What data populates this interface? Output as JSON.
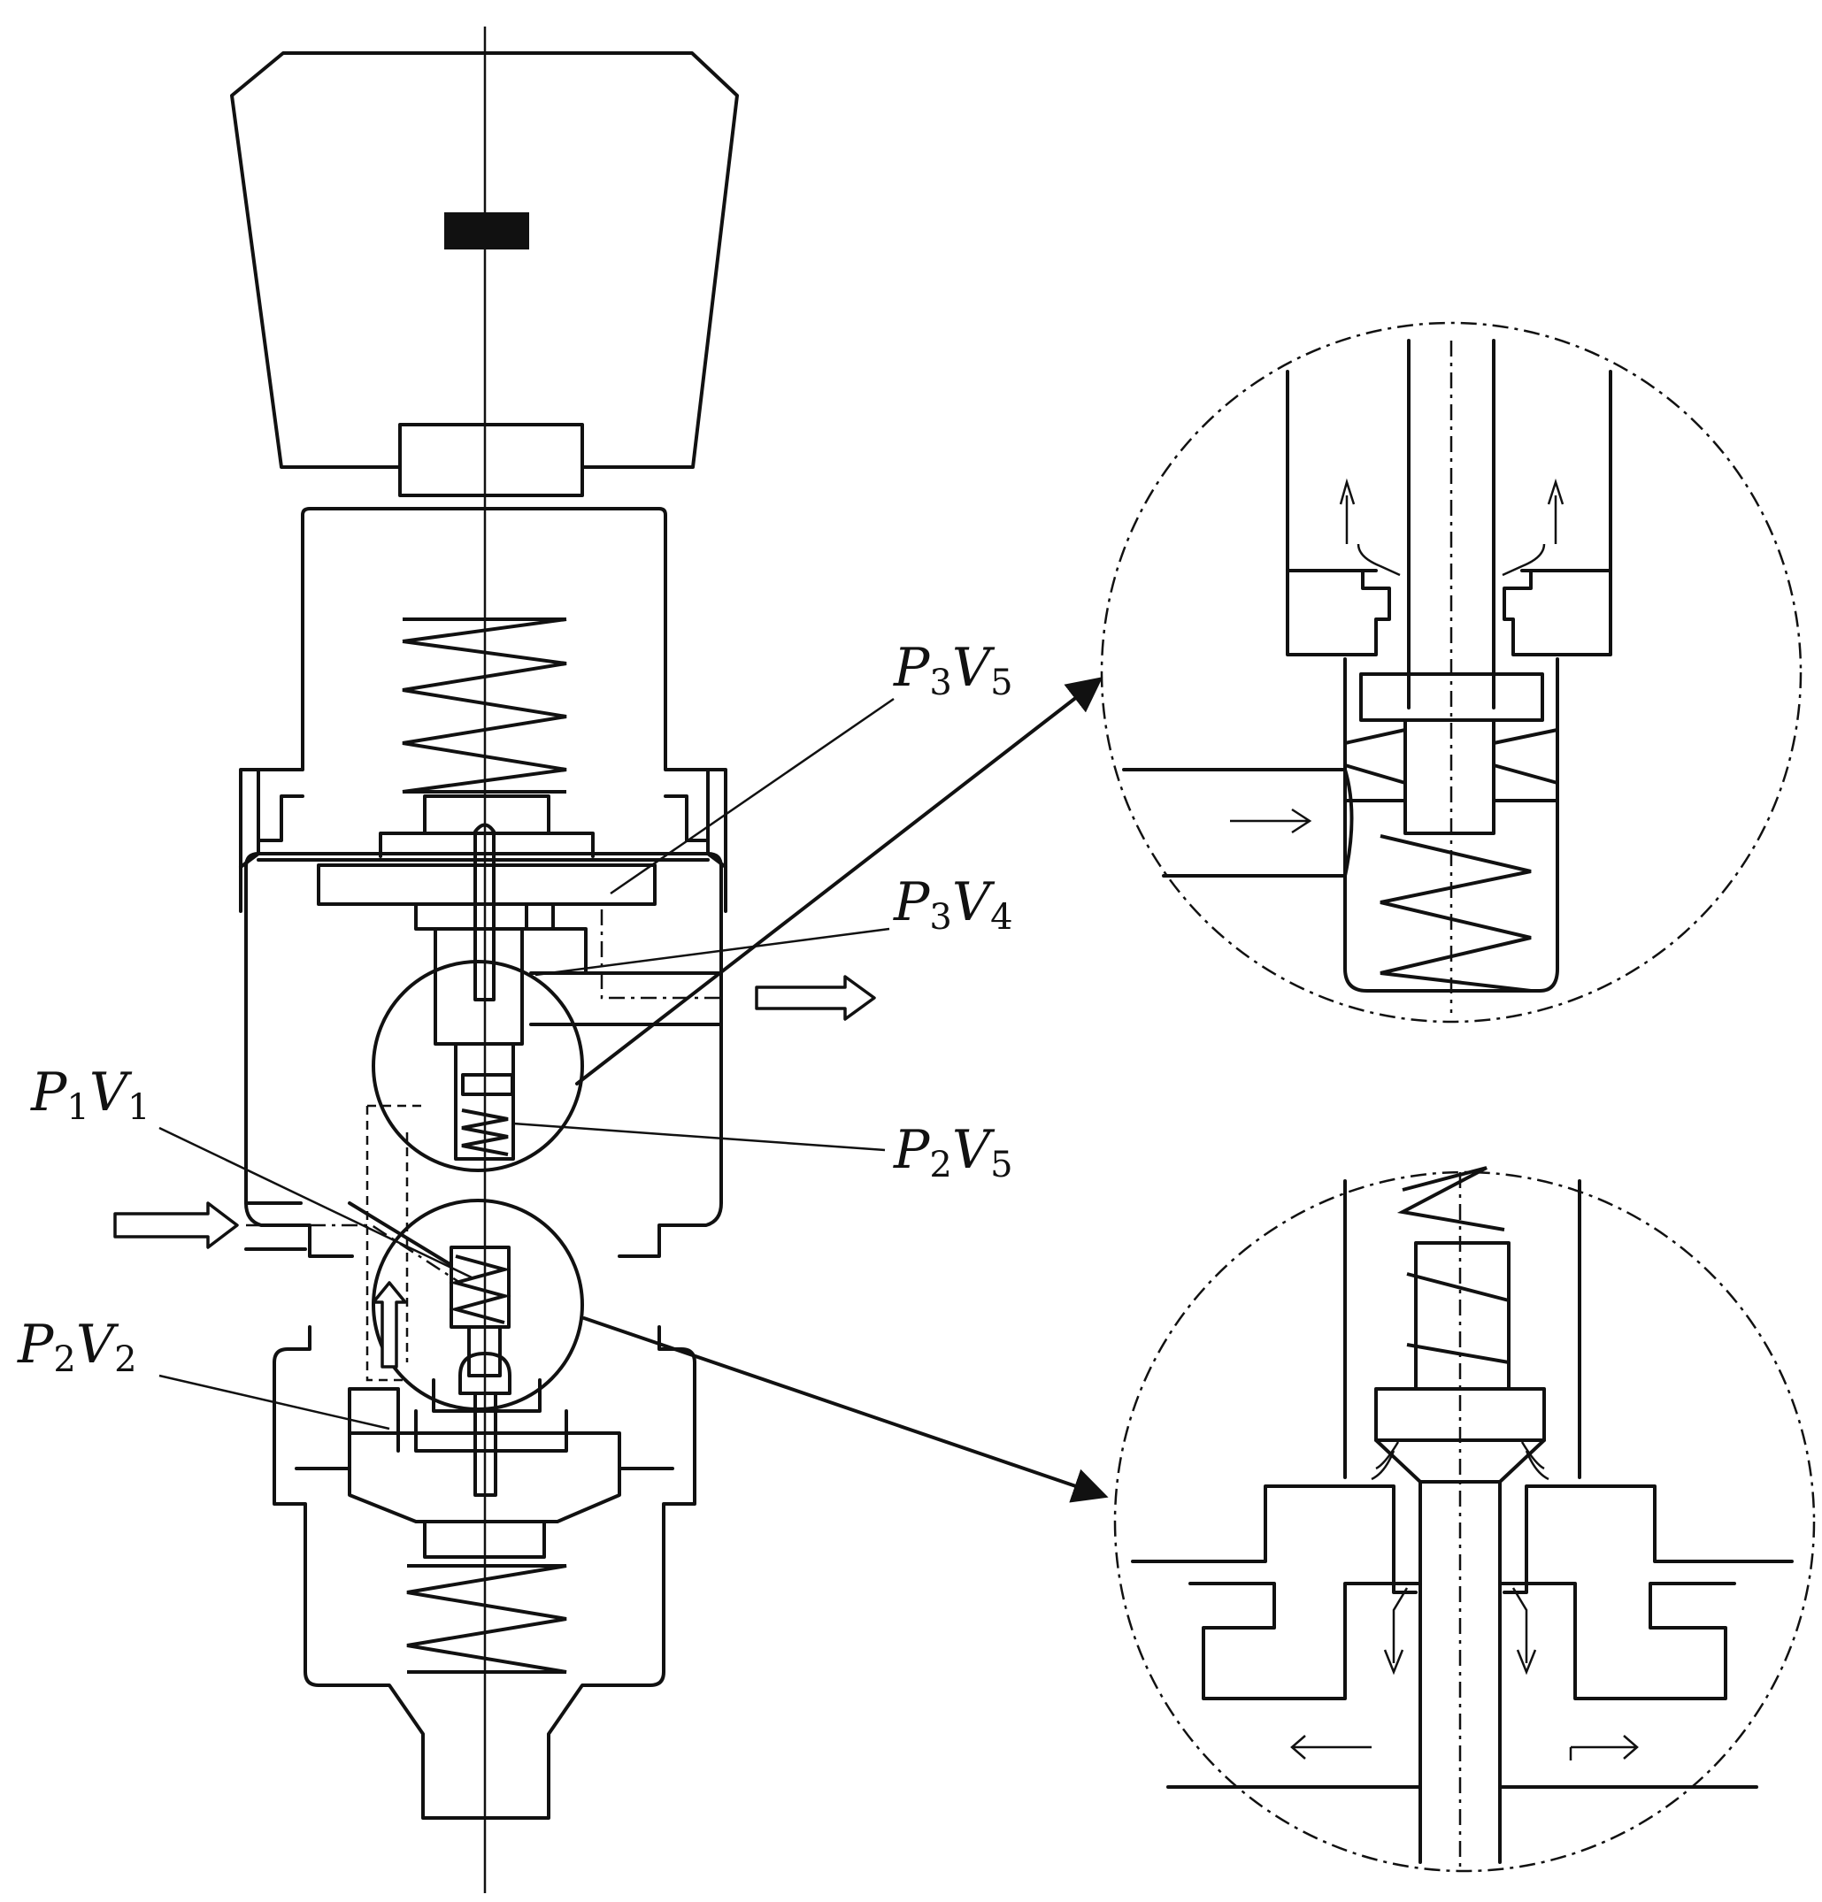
{
  "labels": {
    "p3v5": {
      "sym1": "P",
      "sub1": "3",
      "sym2": "V",
      "sub2": "5"
    },
    "p3v4": {
      "sym1": "P",
      "sub1": "3",
      "sym2": "V",
      "sub2": "4"
    },
    "p1v1": {
      "sym1": "P",
      "sub1": "1",
      "sym2": "V",
      "sub2": "1"
    },
    "p2v5": {
      "sym1": "P",
      "sub1": "2",
      "sym2": "V",
      "sub2": "5"
    },
    "p2v2": {
      "sym1": "P",
      "sub1": "2",
      "sym2": "V",
      "sub2": "2"
    }
  },
  "colors": {
    "line": "#111111",
    "background": "#ffffff"
  }
}
